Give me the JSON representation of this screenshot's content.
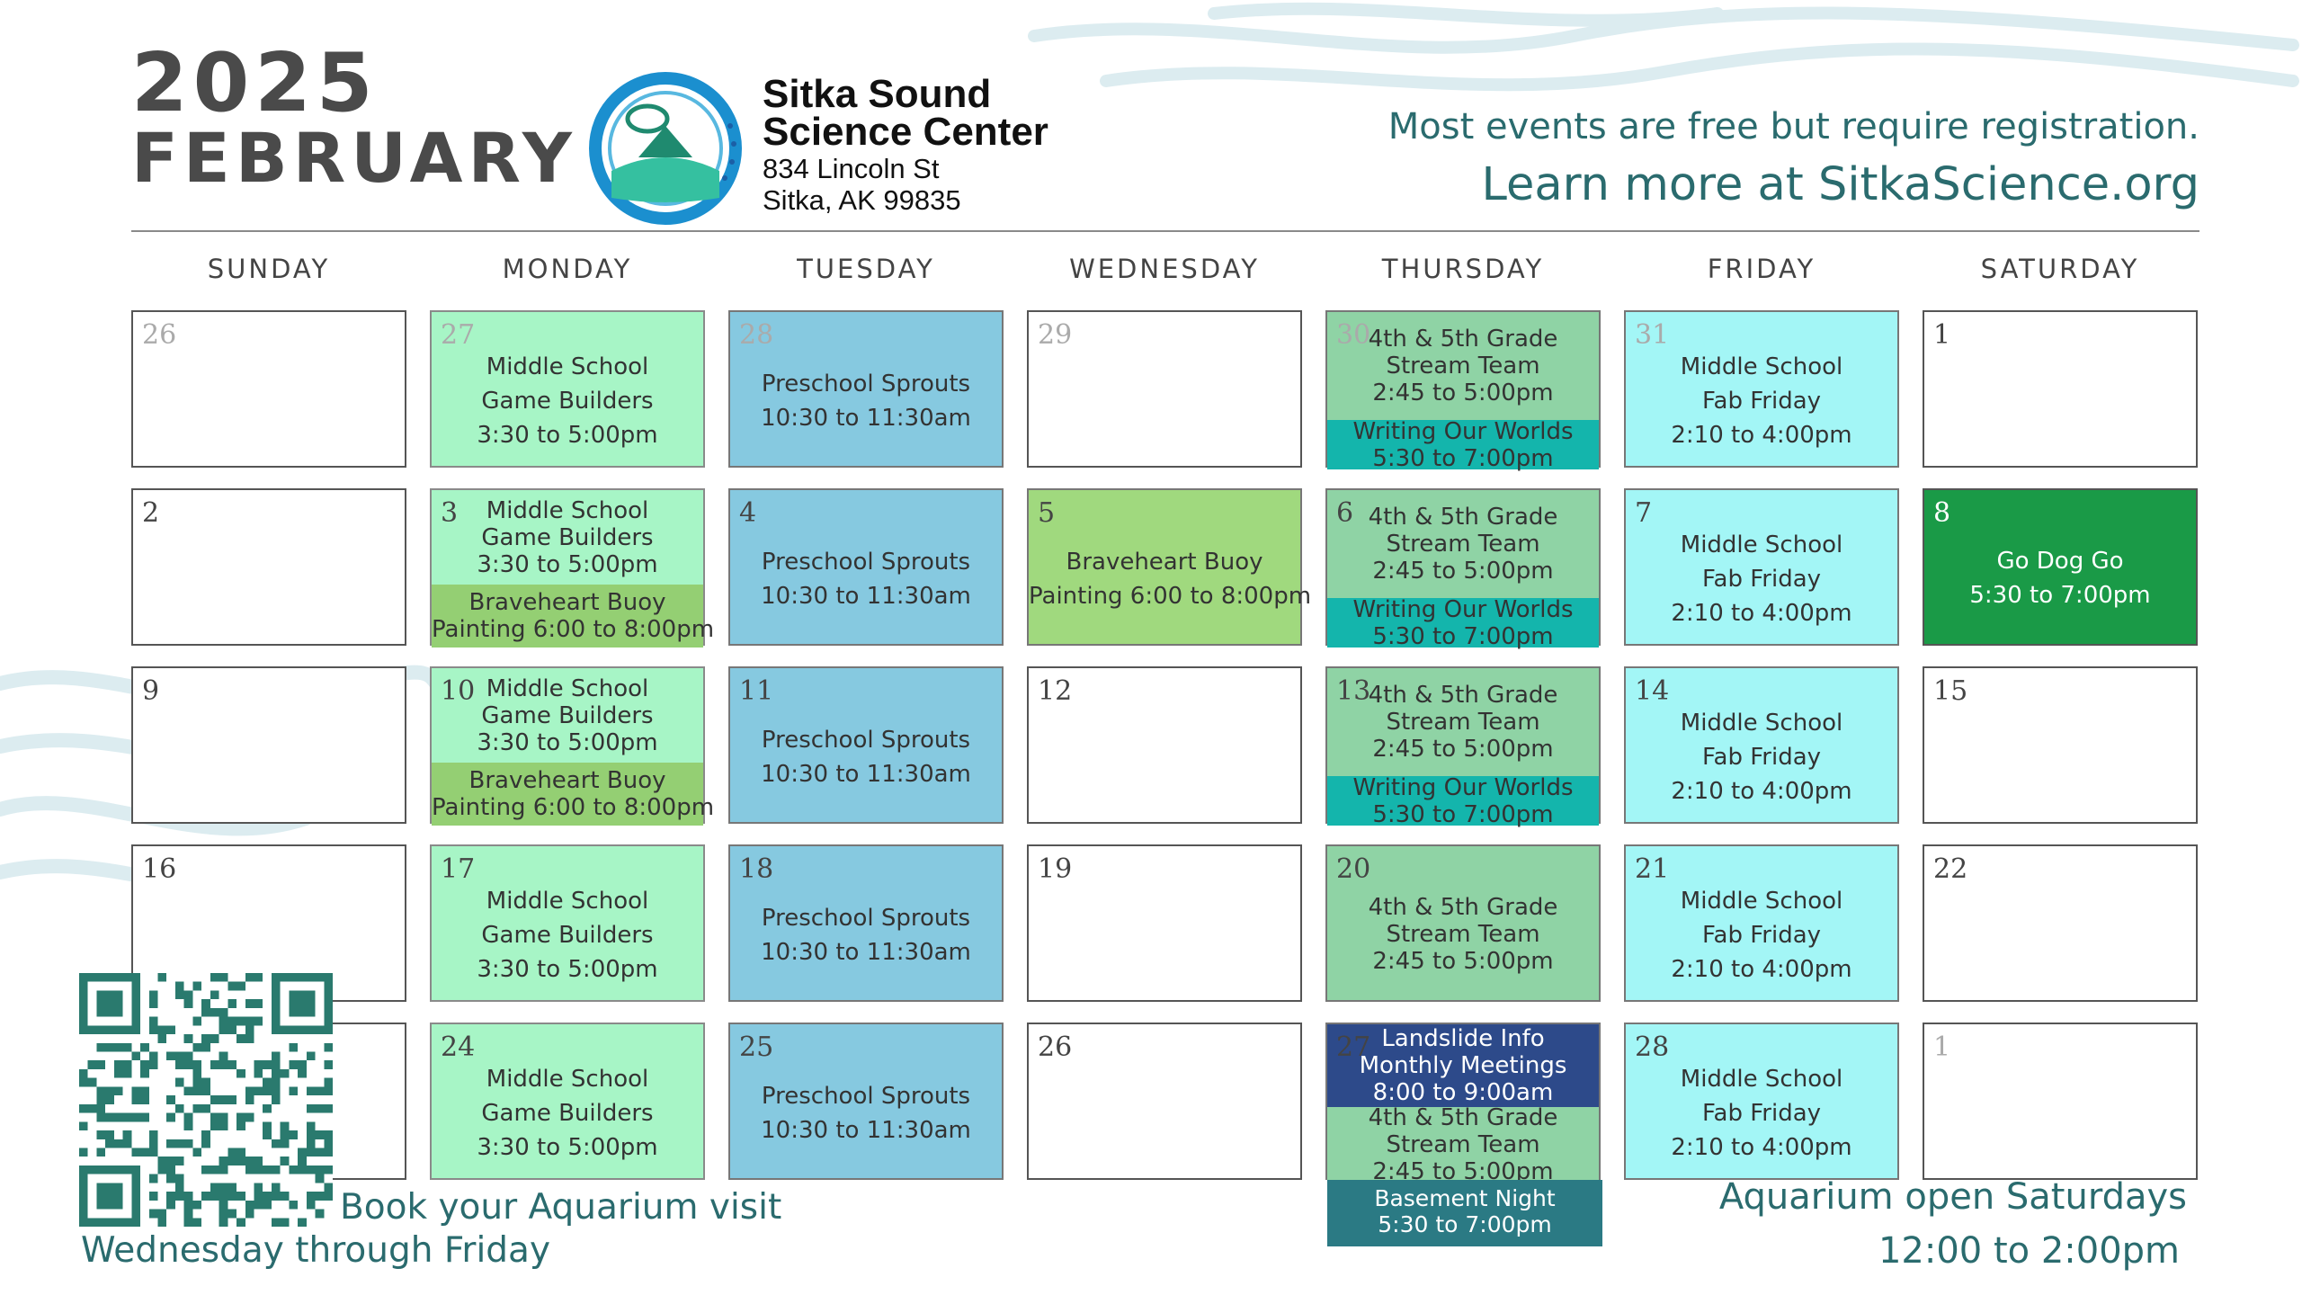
{
  "header": {
    "year": "2025",
    "month": "FEBRUARY",
    "org_name_line1": "Sitka Sound",
    "org_name_line2": "Science Center",
    "address_line1": "834 Lincoln St",
    "address_line2": "Sitka, AK 99835",
    "tagline": "Most events are free but require registration.",
    "learn_more": "Learn more at SitkaScience.org"
  },
  "days": [
    "SUNDAY",
    "MONDAY",
    "TUESDAY",
    "WEDNESDAY",
    "THURSDAY",
    "FRIDAY",
    "SATURDAY"
  ],
  "weeks": [
    [
      {
        "date": "26"
      },
      {
        "date": "27",
        "events": [
          {
            "lines": [
              "Middle School",
              "Game Builders",
              "3:30 to 5:00pm"
            ]
          }
        ]
      },
      {
        "date": "28",
        "events": [
          {
            "lines": [
              "Preschool Sprouts",
              "10:30 to 11:30am"
            ]
          }
        ]
      },
      {
        "date": "29"
      },
      {
        "date": "30",
        "events": [
          {
            "lines": [
              "4th & 5th Grade",
              "Stream Team",
              "2:45 to 5:00pm"
            ]
          },
          {
            "lines": [
              "Writing Our Worlds",
              "5:30 to 7:00pm"
            ]
          }
        ]
      },
      {
        "date": "31",
        "events": [
          {
            "lines": [
              "Middle School",
              "Fab Friday",
              "2:10 to 4:00pm"
            ]
          }
        ]
      },
      {
        "date": "1"
      }
    ],
    [
      {
        "date": "2"
      },
      {
        "date": "3",
        "events": [
          {
            "lines": [
              "Middle School",
              "Game Builders",
              "3:30 to 5:00pm"
            ]
          },
          {
            "lines": [
              "Braveheart Buoy",
              "Painting 6:00 to 8:00pm"
            ]
          }
        ]
      },
      {
        "date": "4",
        "events": [
          {
            "lines": [
              "Preschool Sprouts",
              "10:30 to 11:30am"
            ]
          }
        ]
      },
      {
        "date": "5",
        "events": [
          {
            "lines": [
              "Braveheart Buoy",
              "Painting 6:00 to 8:00pm"
            ]
          }
        ]
      },
      {
        "date": "6",
        "events": [
          {
            "lines": [
              "4th & 5th Grade",
              "Stream Team",
              "2:45 to 5:00pm"
            ]
          },
          {
            "lines": [
              "Writing Our Worlds",
              "5:30 to 7:00pm"
            ]
          }
        ]
      },
      {
        "date": "7",
        "events": [
          {
            "lines": [
              "Middle School",
              "Fab Friday",
              "2:10 to 4:00pm"
            ]
          }
        ]
      },
      {
        "date": "8",
        "events": [
          {
            "lines": [
              "Go Dog Go",
              "5:30 to 7:00pm"
            ]
          }
        ]
      }
    ],
    [
      {
        "date": "9"
      },
      {
        "date": "10",
        "events": [
          {
            "lines": [
              "Middle School",
              "Game Builders",
              "3:30 to 5:00pm"
            ]
          },
          {
            "lines": [
              "Braveheart Buoy",
              "Painting 6:00 to 8:00pm"
            ]
          }
        ]
      },
      {
        "date": "11",
        "events": [
          {
            "lines": [
              "Preschool Sprouts",
              "10:30 to 11:30am"
            ]
          }
        ]
      },
      {
        "date": "12"
      },
      {
        "date": "13",
        "events": [
          {
            "lines": [
              "4th & 5th Grade",
              "Stream Team",
              "2:45 to 5:00pm"
            ]
          },
          {
            "lines": [
              "Writing Our Worlds",
              "5:30 to 7:00pm"
            ]
          }
        ]
      },
      {
        "date": "14",
        "events": [
          {
            "lines": [
              "Middle School",
              "Fab Friday",
              "2:10 to 4:00pm"
            ]
          }
        ]
      },
      {
        "date": "15"
      }
    ],
    [
      {
        "date": "16"
      },
      {
        "date": "17",
        "events": [
          {
            "lines": [
              "Middle School",
              "Game Builders",
              "3:30 to 5:00pm"
            ]
          }
        ]
      },
      {
        "date": "18",
        "events": [
          {
            "lines": [
              "Preschool Sprouts",
              "10:30 to 11:30am"
            ]
          }
        ]
      },
      {
        "date": "19"
      },
      {
        "date": "20",
        "events": [
          {
            "lines": [
              "4th & 5th Grade",
              "Stream Team",
              "2:45 to 5:00pm"
            ]
          }
        ]
      },
      {
        "date": "21",
        "events": [
          {
            "lines": [
              "Middle School",
              "Fab Friday",
              "2:10 to 4:00pm"
            ]
          }
        ]
      },
      {
        "date": "22"
      }
    ],
    [
      {
        "date": ""
      },
      {
        "date": "24",
        "events": [
          {
            "lines": [
              "Middle School",
              "Game Builders",
              "3:30 to 5:00pm"
            ]
          }
        ]
      },
      {
        "date": "25",
        "events": [
          {
            "lines": [
              "Preschool Sprouts",
              "10:30 to 11:30am"
            ]
          }
        ]
      },
      {
        "date": "26"
      },
      {
        "date": "27",
        "events": [
          {
            "lines": [
              "Landslide Info",
              "Monthly Meetings",
              "8:00 to 9:00am"
            ]
          },
          {
            "lines": [
              "4th & 5th Grade",
              "Stream Team",
              "2:45 to 5:00pm"
            ]
          },
          {
            "lines": [
              "Basement Night",
              "5:30 to 7:00pm"
            ]
          }
        ]
      },
      {
        "date": "28",
        "events": [
          {
            "lines": [
              "Middle School",
              "Fab Friday",
              "2:10 to 4:00pm"
            ]
          }
        ]
      },
      {
        "date": "1"
      }
    ]
  ],
  "footer": {
    "book_line1": "Book your Aquarium visit",
    "book_line2": "Wednesday through Friday",
    "aquarium_line1": "Aquarium open Saturdays",
    "aquarium_line2": "12:00 to 2:00pm"
  },
  "colors": {
    "teal_text": "#2a6b6e",
    "mint": "#a7f5c6",
    "blue": "#86c9e0",
    "cyan": "#a3f6f6",
    "green": "#a0d97e",
    "dark_green": "#1a9a47",
    "sage": "#8fd3a5",
    "teal": "#14b5ac",
    "navy": "#2d4a8a"
  },
  "icons": [
    "sitka-logo-icon",
    "qr-code-icon"
  ]
}
